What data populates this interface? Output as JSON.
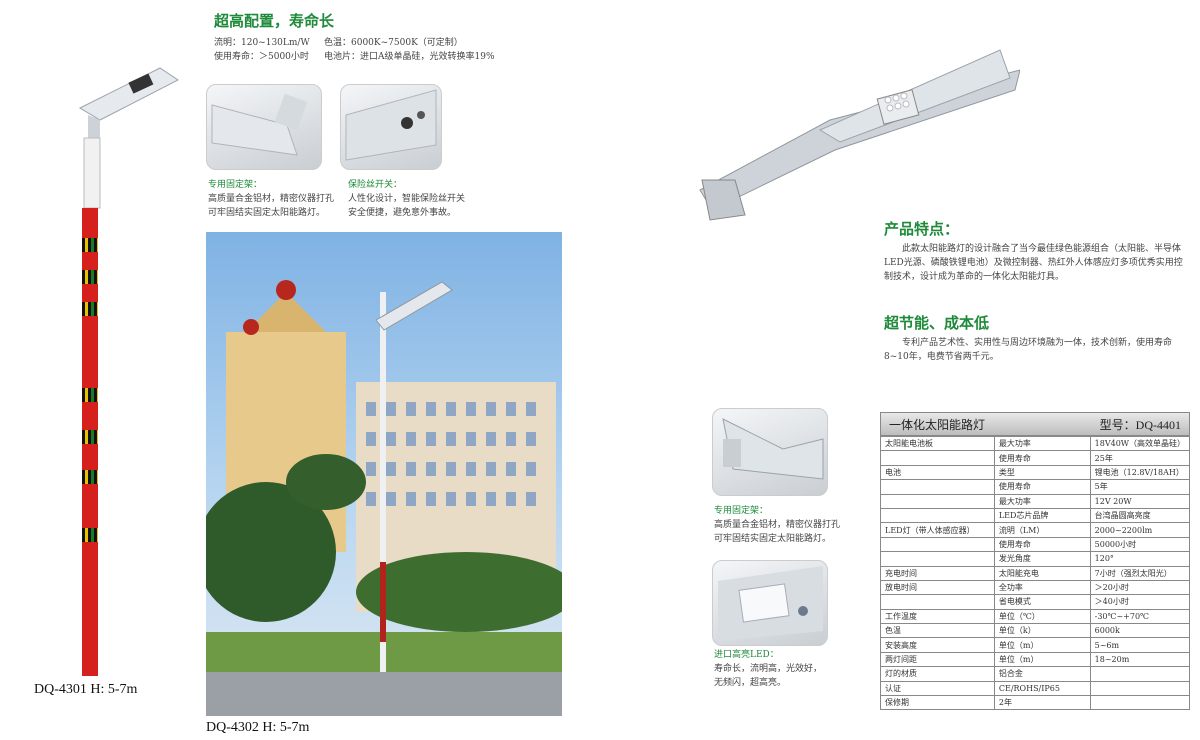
{
  "left": {
    "title": "超高配置，寿命长",
    "specs": {
      "luminous_efficacy": "流明：120~130Lm/W",
      "color_temp": "色温：6000K~7500K（可定制）",
      "lifespan": "使用寿命：＞5000小时",
      "panel": "电池片：进口A级单晶硅，光效转换率19%"
    },
    "feature1": {
      "title": "专用固定架：",
      "line1": "高质量合金铝材，精密仪器打孔",
      "line2": "可牢固结实固定太阳能路灯。"
    },
    "feature2": {
      "title": "保险丝开关：",
      "line1": "人性化设计，智能保险丝开关",
      "line2": "安全便捷，避免意外事故。"
    },
    "caption1": "DQ-4301  H: 5-7m",
    "caption2": "DQ-4302  H: 5-7m"
  },
  "right": {
    "section1": {
      "title": "产品特点：",
      "body": "此款太阳能路灯的设计融合了当今最佳绿色能源组合（太阳能、半导体LED光源、磷酸铁锂电池）及微控制器、热红外人体感应灯多项优秀实用控制技术，设计成为革命的一体化太阳能灯具。"
    },
    "section2": {
      "title": "超节能、成本低",
      "body": "专利产品艺术性、实用性与周边环境融为一体，技术创新，使用寿命8~10年，电费节省两千元。"
    },
    "feature3": {
      "title": "专用固定架：",
      "line1": "高质量合金铝材，精密仪器打孔",
      "line2": "可牢固结实固定太阳能路灯。"
    },
    "feature4": {
      "title": "进口高亮LED：",
      "line1": "寿命长，流明高，光效好，",
      "line2": "无频闪，超高亮。"
    },
    "table": {
      "name": "一体化太阳能路灯",
      "model": "型号：DQ-4401",
      "rows": [
        {
          "group": "太阳能电池板",
          "item": "最大功率",
          "value": "18V40W（高效单晶硅）"
        },
        {
          "group": "",
          "item": "使用寿命",
          "value": "25年"
        },
        {
          "group": "电池",
          "item": "类型",
          "value": "锂电池（12.8V/18AH）"
        },
        {
          "group": "",
          "item": "使用寿命",
          "value": "5年"
        },
        {
          "group": "",
          "item": "最大功率",
          "value": "12V 20W"
        },
        {
          "group": "",
          "item": "LED芯片品牌",
          "value": "台湾晶圆高亮度"
        },
        {
          "group": "LED灯（带人体感应器）",
          "item": "流明（LM）",
          "value": "2000~2200lm"
        },
        {
          "group": "",
          "item": "使用寿命",
          "value": "50000小时"
        },
        {
          "group": "",
          "item": "发光角度",
          "value": "120°"
        },
        {
          "group": "充电时间",
          "item": "太阳能充电",
          "value": "7小时（强烈太阳光）"
        },
        {
          "group": "放电时间",
          "item": "全功率",
          "value": "＞20小时"
        },
        {
          "group": "",
          "item": "省电模式",
          "value": "＞40小时"
        },
        {
          "group": "工作温度",
          "item": "单位（℃）",
          "value": "-30℃~+70℃"
        },
        {
          "group": "色温",
          "item": "单位（k）",
          "value": "6000k"
        },
        {
          "group": "安装高度",
          "item": "单位（m）",
          "value": "5~6m"
        },
        {
          "group": "两灯间距",
          "item": "单位（m）",
          "value": "18~20m"
        },
        {
          "group": "灯的材质",
          "item": "铝合金",
          "value": ""
        },
        {
          "group": "认证",
          "item": "CE/ROHS/IP65",
          "value": ""
        },
        {
          "group": "保修期",
          "item": "2年",
          "value": ""
        }
      ]
    }
  },
  "colors": {
    "accent": "#1f8a3a",
    "pole_red": "#d6201e"
  }
}
